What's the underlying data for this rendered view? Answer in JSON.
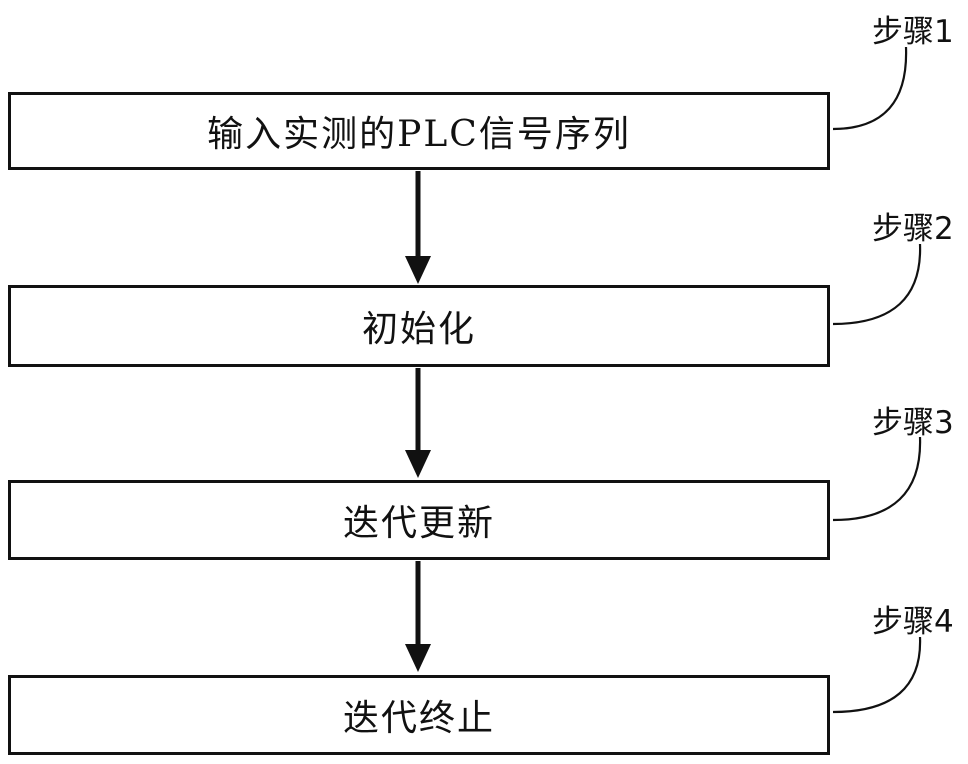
{
  "figure": {
    "type": "flowchart",
    "background_color": "#ffffff",
    "line_color": "#111111",
    "boxes": [
      {
        "label": "输入实测的PLC信号序列",
        "step_tag": "步骤1"
      },
      {
        "label": "初始化",
        "step_tag": "步骤2"
      },
      {
        "label": "迭代更新",
        "step_tag": "步骤3"
      },
      {
        "label": "迭代终止",
        "step_tag": "步骤4"
      }
    ],
    "flow": "top-to-bottom"
  }
}
